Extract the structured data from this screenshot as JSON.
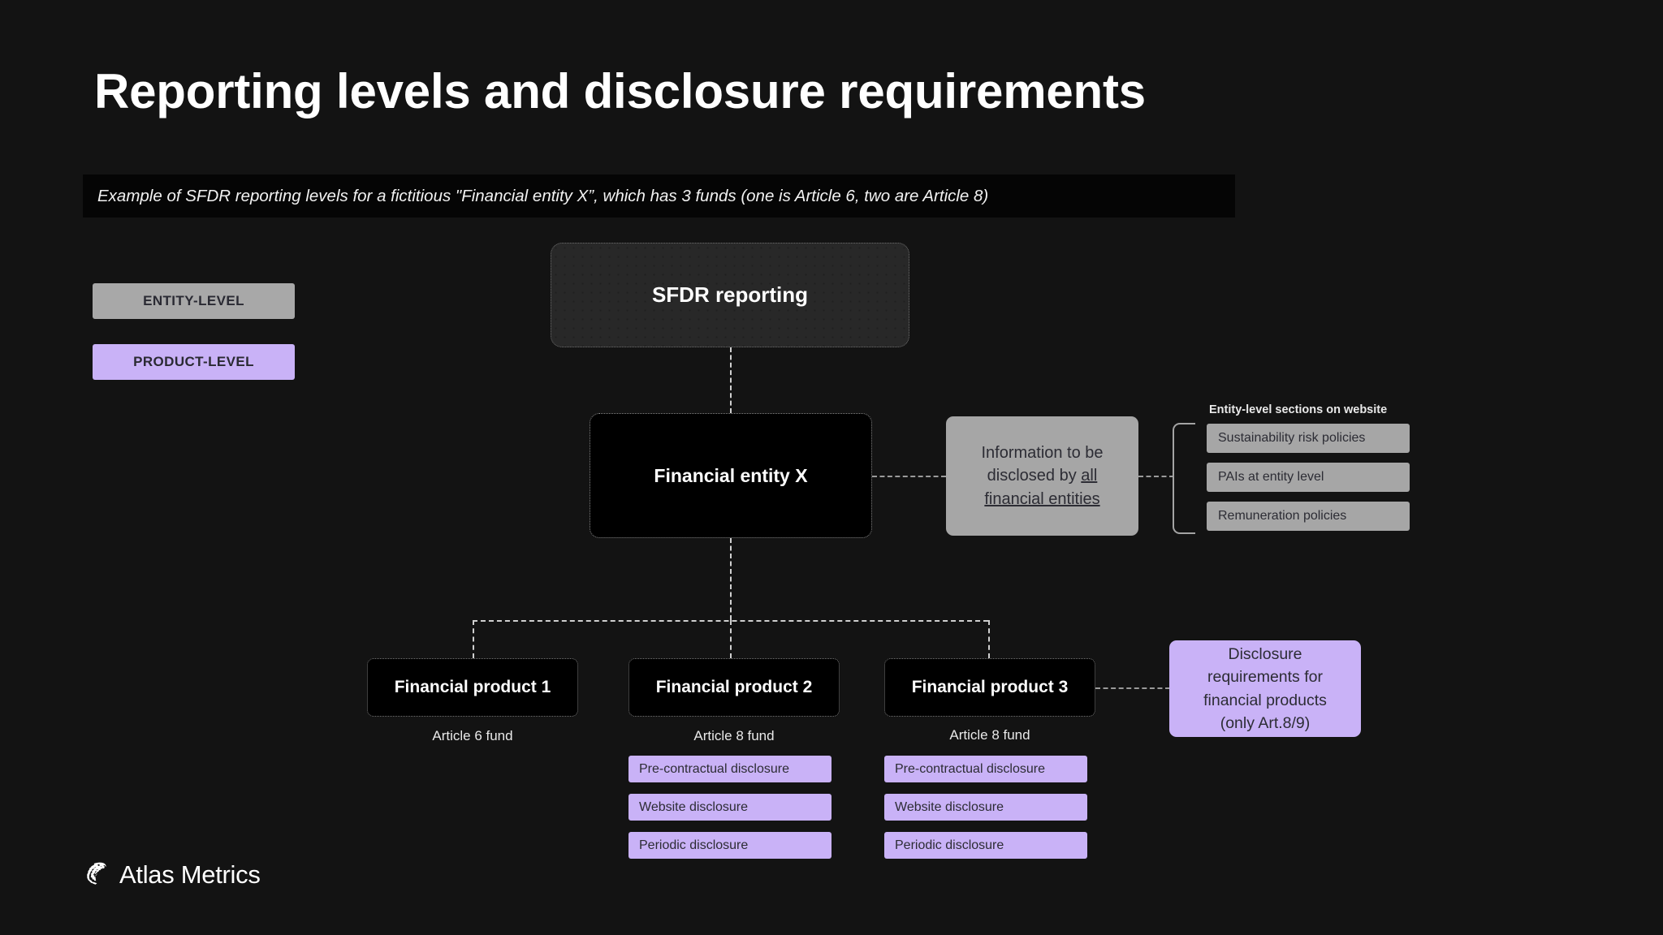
{
  "slide": {
    "title": "Reporting levels and disclosure requirements",
    "subtitle": "Example of SFDR reporting levels for a fictitious \"Financial entity X”, which has 3 funds (one is Article 6, two are Article 8)",
    "background_color": "#131313"
  },
  "legend": {
    "entity": {
      "label": "ENTITY-LEVEL",
      "color": "#a8a8a8"
    },
    "product": {
      "label": "PRODUCT-LEVEL",
      "color": "#c9b2f7"
    }
  },
  "diagram": {
    "root": {
      "label": "SFDR reporting"
    },
    "entity": {
      "label": "Financial entity X"
    },
    "info_box": {
      "line1": "Information to be",
      "line2_prefix": "disclosed by ",
      "line2_underlined": "all",
      "line3_underlined": "financial entities"
    },
    "entity_sections": {
      "title": "Entity-level sections on website",
      "items": [
        "Sustainability risk policies",
        "PAIs at entity level",
        "Remuneration policies"
      ]
    },
    "products": [
      {
        "label": "Financial product 1",
        "fund": "Article 6 fund",
        "disclosures": []
      },
      {
        "label": "Financial product 2",
        "fund": "Article 8 fund",
        "disclosures": [
          "Pre-contractual disclosure",
          "Website disclosure",
          "Periodic disclosure"
        ]
      },
      {
        "label": "Financial product 3",
        "fund": "Article 8 fund",
        "disclosures": [
          "Pre-contractual disclosure",
          "Website disclosure",
          "Periodic disclosure"
        ]
      }
    ],
    "product_disclosure_box": {
      "line1": "Disclosure",
      "line2": "requirements for",
      "line3": "financial products",
      "line4": "(only Art.8/9)"
    }
  },
  "footer": {
    "logo_text": "Atlas Metrics"
  }
}
